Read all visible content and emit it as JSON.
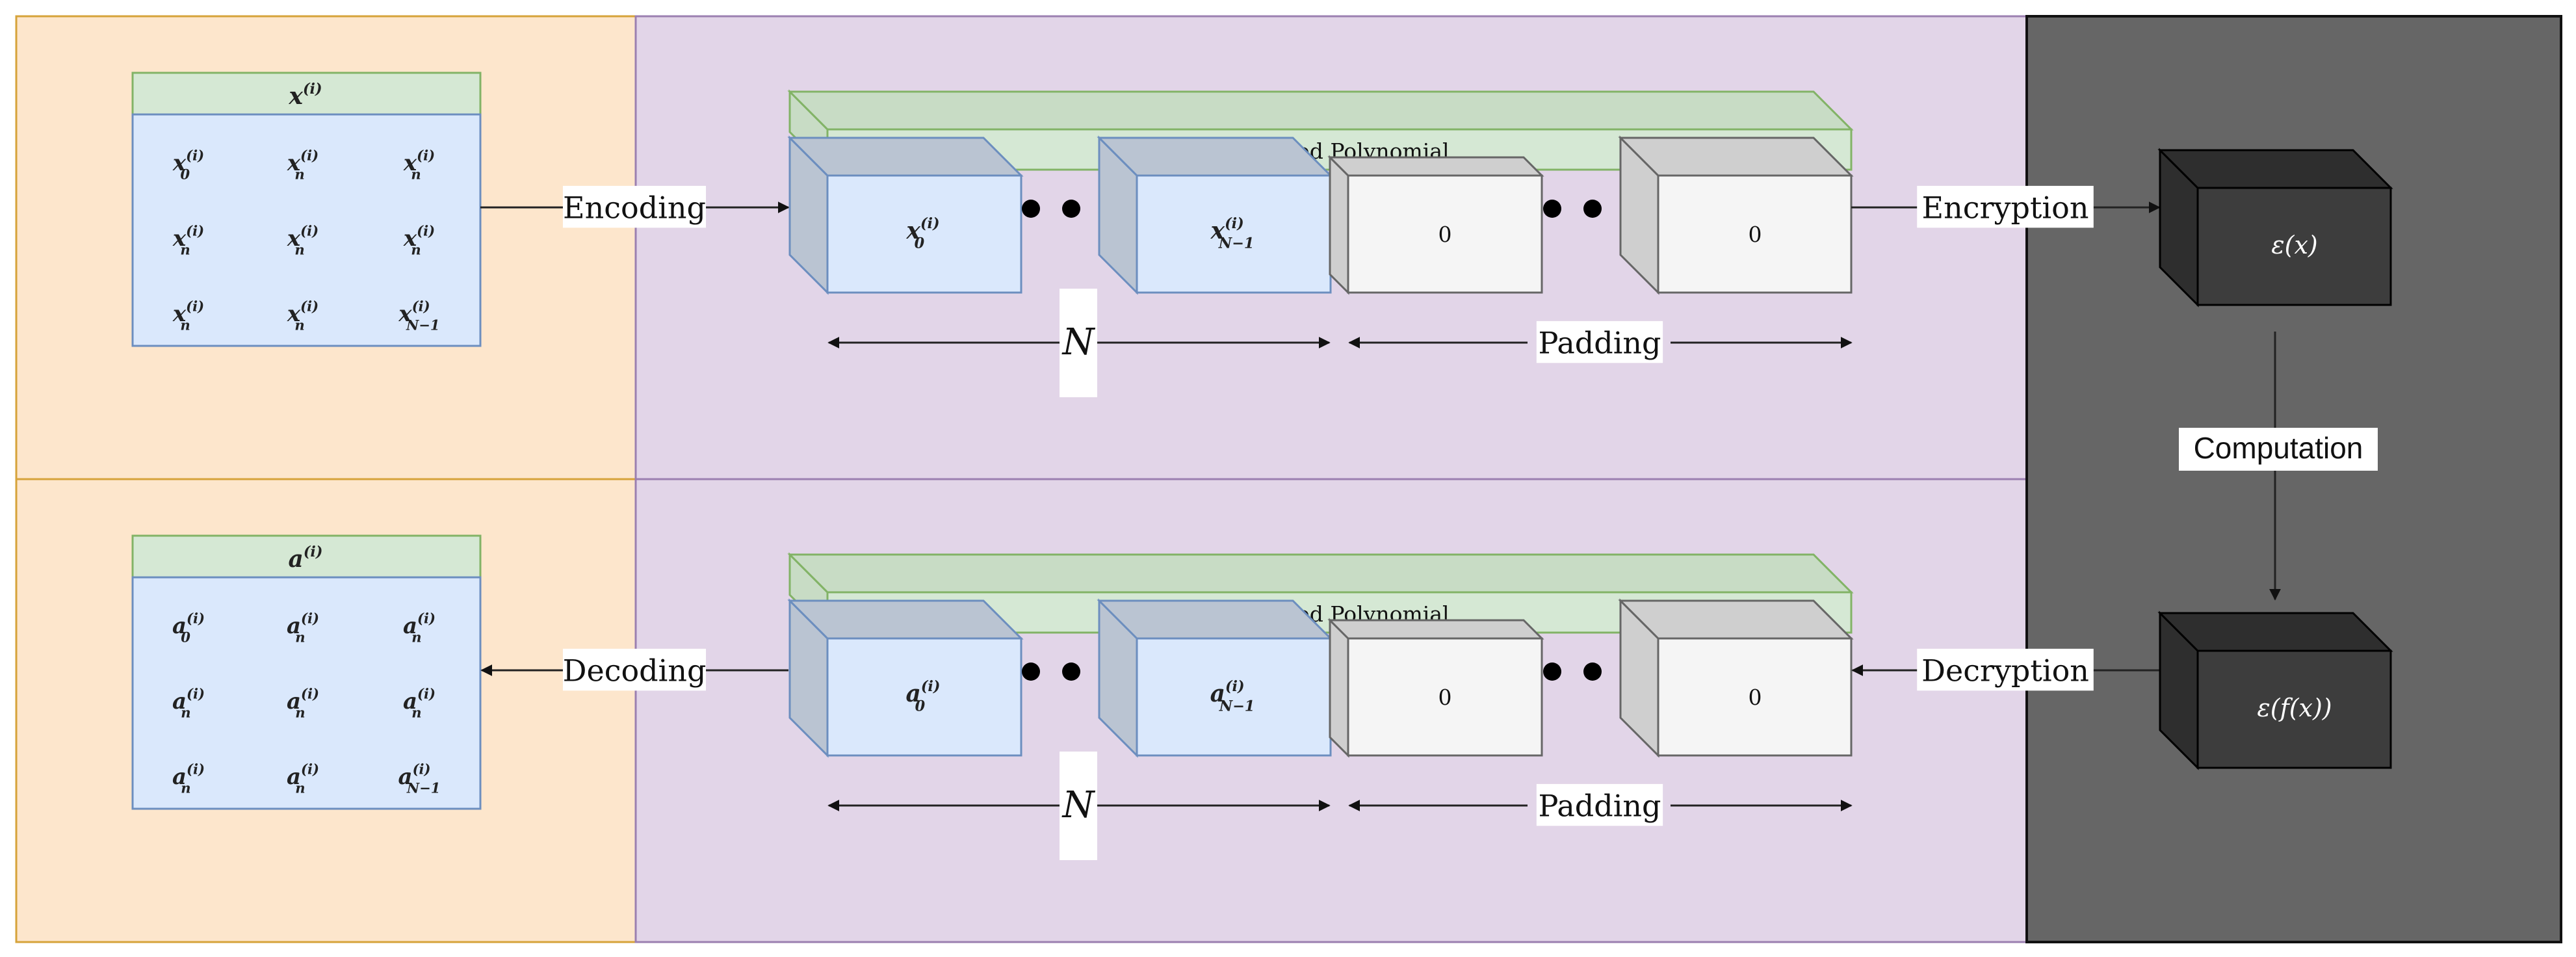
{
  "top": {
    "vector": {
      "title": "x",
      "title_sup": "(i)",
      "cells": [
        {
          "base": "x",
          "sub": "0"
        },
        {
          "base": "x",
          "sub": "n"
        },
        {
          "base": "x",
          "sub": "n"
        },
        {
          "base": "x",
          "sub": "n"
        },
        {
          "base": "x",
          "sub": "n"
        },
        {
          "base": "x",
          "sub": "n"
        },
        {
          "base": "x",
          "sub": "n"
        },
        {
          "base": "x",
          "sub": "n"
        },
        {
          "base": "x",
          "sub": "N−1"
        }
      ],
      "cell_sup": "(i)"
    },
    "arrow_label": "Encoding",
    "polynomial_label": "Encoded Polynomial",
    "slots": [
      {
        "base": "x",
        "sub": "0",
        "sup": "(i)"
      },
      {
        "base": "x",
        "sub": "N−1",
        "sup": "(i)"
      }
    ],
    "zero1": "0",
    "zero2": "0",
    "n_label": "N",
    "padding_label": "Padding",
    "crypto_label": "Encryption",
    "cipher": "ε(x)"
  },
  "bottom": {
    "vector": {
      "title": "a",
      "title_sup": "(i)",
      "cells": [
        {
          "base": "a",
          "sub": "0"
        },
        {
          "base": "a",
          "sub": "n"
        },
        {
          "base": "a",
          "sub": "n"
        },
        {
          "base": "a",
          "sub": "n"
        },
        {
          "base": "a",
          "sub": "n"
        },
        {
          "base": "a",
          "sub": "n"
        },
        {
          "base": "a",
          "sub": "n"
        },
        {
          "base": "a",
          "sub": "n"
        },
        {
          "base": "a",
          "sub": "N−1"
        }
      ],
      "cell_sup": "(i)"
    },
    "arrow_label": "Decoding",
    "polynomial_label": "Encoded Polynomial",
    "slots": [
      {
        "base": "a",
        "sub": "0",
        "sup": "(i)"
      },
      {
        "base": "a",
        "sub": "N−1",
        "sup": "(i)"
      }
    ],
    "zero1": "0",
    "zero2": "0",
    "n_label": "N",
    "padding_label": "Padding",
    "crypto_label": "Decryption",
    "cipher": "ε(f(x))"
  },
  "computation_label": "Computation",
  "colors": {
    "orange_fill": "#FDE6CC",
    "orange_stroke": "#D6A33A",
    "purple_fill": "#E2D5E8",
    "purple_stroke": "#9B7FB0",
    "dark_fill": "#666666",
    "blue_fill": "#DAE8FC",
    "blue_stroke": "#6C8EBF",
    "green_fill": "#D5E8D4",
    "green_stroke": "#82B366",
    "white_fill": "#F5F5F5",
    "gray_stroke": "#666666",
    "cube_fill": "#3D3D3D"
  }
}
